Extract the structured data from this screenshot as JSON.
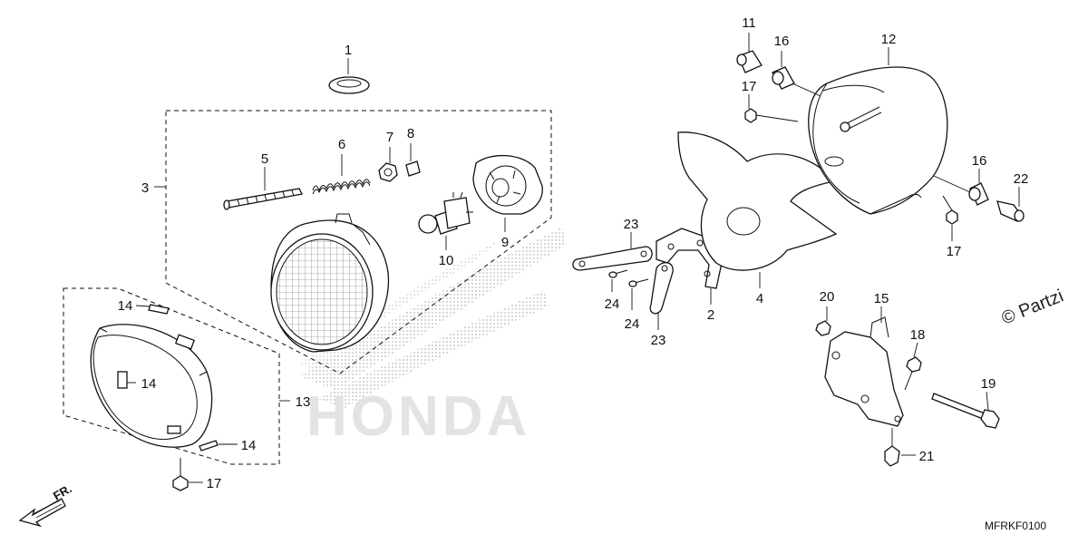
{
  "diagram": {
    "watermark_text": "HONDA",
    "drawing_code": "MFRKF0100",
    "copyright_text": "© Partzi",
    "direction_label": "FR.",
    "callouts": [
      {
        "id": "c1",
        "text": "1"
      },
      {
        "id": "c2",
        "text": "2"
      },
      {
        "id": "c3",
        "text": "3"
      },
      {
        "id": "c4",
        "text": "4"
      },
      {
        "id": "c5",
        "text": "5"
      },
      {
        "id": "c6",
        "text": "6"
      },
      {
        "id": "c7",
        "text": "7"
      },
      {
        "id": "c8",
        "text": "8"
      },
      {
        "id": "c9",
        "text": "9"
      },
      {
        "id": "c10",
        "text": "10"
      },
      {
        "id": "c11",
        "text": "11"
      },
      {
        "id": "c12",
        "text": "12"
      },
      {
        "id": "c13",
        "text": "13"
      },
      {
        "id": "c14a",
        "text": "14"
      },
      {
        "id": "c14b",
        "text": "14"
      },
      {
        "id": "c14c",
        "text": "14"
      },
      {
        "id": "c15",
        "text": "15"
      },
      {
        "id": "c16a",
        "text": "16"
      },
      {
        "id": "c16b",
        "text": "16"
      },
      {
        "id": "c17a",
        "text": "17"
      },
      {
        "id": "c17b",
        "text": "17"
      },
      {
        "id": "c17c",
        "text": "17"
      },
      {
        "id": "c18",
        "text": "18"
      },
      {
        "id": "c19",
        "text": "19"
      },
      {
        "id": "c20",
        "text": "20"
      },
      {
        "id": "c21",
        "text": "21"
      },
      {
        "id": "c22",
        "text": "22"
      },
      {
        "id": "c23a",
        "text": "23"
      },
      {
        "id": "c23b",
        "text": "23"
      },
      {
        "id": "c24a",
        "text": "24"
      },
      {
        "id": "c24b",
        "text": "24"
      }
    ]
  }
}
